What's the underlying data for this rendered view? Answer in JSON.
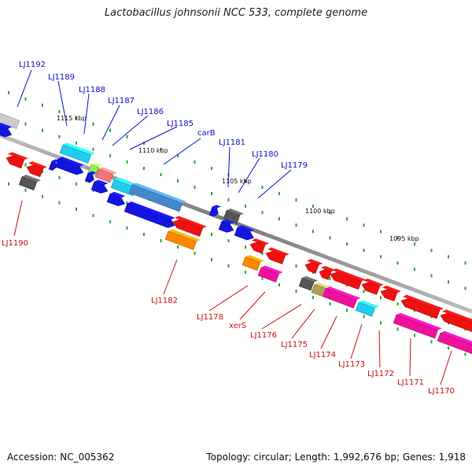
{
  "title": "Lactobacillus johnsonii NCC 533, complete genome",
  "footer": {
    "accession": "Accession: NC_005362",
    "summary": "Topology: circular; Length: 1,992,676 bp; Genes: 1,918"
  },
  "scale_labels": [
    "1115 kbp",
    "1110 kbp",
    "1105 kbp",
    "1100 kbp",
    "1095 kbp"
  ],
  "forward_gene_labels": [
    "LJ1192",
    "LJ1189",
    "LJ1188",
    "LJ1187",
    "LJ1186",
    "LJ1185",
    "carB",
    "LJ1181",
    "LJ1180",
    "LJ1179"
  ],
  "reverse_gene_labels": [
    "LJ1190",
    "LJ1182",
    "LJ1178",
    "xerS",
    "LJ1176",
    "LJ1175",
    "LJ1174",
    "LJ1173",
    "LJ1172",
    "LJ1171",
    "LJ1170"
  ],
  "colors": {
    "backbone": "#8a8a8a",
    "forward_gene": "#1414e0",
    "reverse_gene": "#ee1111",
    "cyan": "#22ccee",
    "steelblue": "#4488cc",
    "salmon": "#ee7777",
    "lightgreen": "#99ee55",
    "orange": "#ff8800",
    "magenta": "#ee1199",
    "darkgray": "#555555",
    "lightgray": "#cccccc",
    "olive": "#aaa055",
    "tick": "#22aa22"
  }
}
